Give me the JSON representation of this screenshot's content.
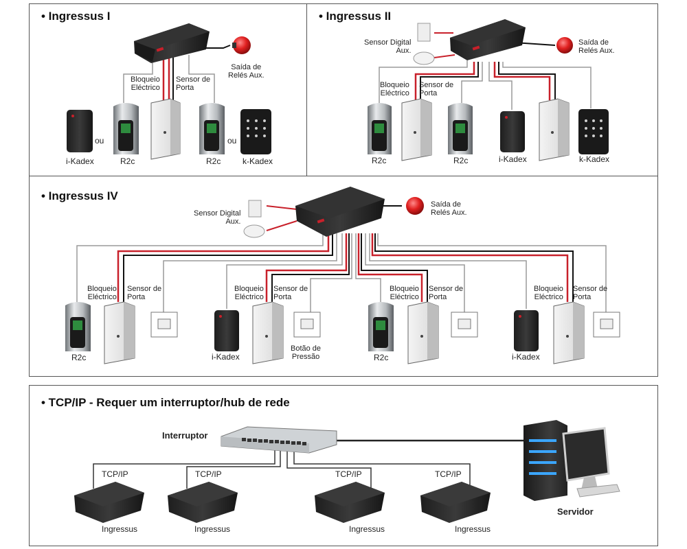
{
  "panels": {
    "ingressus1": {
      "title": "• Ingressus I",
      "labels": {
        "ou1": "ou",
        "ou2": "ou",
        "ikadex": "i-Kadex",
        "r2c_a": "R2c",
        "r2c_b": "R2c",
        "kkadex": "k-Kadex",
        "bloqueio": "Bloqueio\nEléctrico",
        "sensor": "Sensor de\nPorta",
        "saida": "Saída de\nRelés Aux."
      }
    },
    "ingressus2": {
      "title": "• Ingressus II",
      "labels": {
        "sensor_digital": "Sensor Digital\nAux.",
        "saida": "Saída de\nRelés Aux.",
        "bloqueio": "Bloqueio\nEléctrico",
        "sensor": "Sensor de\nPorta",
        "r2c_a": "R2c",
        "r2c_b": "R2c",
        "ikadex": "i-Kadex",
        "kkadex": "k-Kadex"
      }
    },
    "ingressus4": {
      "title": "• Ingressus IV",
      "labels": {
        "sensor_digital": "Sensor Digital\nAux.",
        "saida": "Saída de\nRelés Aux.",
        "bloqueio_1": "Bloqueio\nEléctrico",
        "sensor_1": "Sensor de\nPorta",
        "bloqueio_2": "Bloqueio\nEléctrico",
        "sensor_2": "Sensor de\nPorta",
        "bloqueio_3": "Bloqueio\nEléctrico",
        "sensor_3": "Sensor de\nPorta",
        "bloqueio_4": "Bloqueio\nEléctrico",
        "sensor_4": "Sensor de\nPorta",
        "r2c_a": "R2c",
        "ikadex_a": "i-Kadex",
        "botao": "Botão de\nPressão",
        "r2c_b": "R2c",
        "ikadex_b": "i-Kadex"
      }
    },
    "tcpip": {
      "title": "• TCP/IP - Requer um interruptor/hub de rede",
      "labels": {
        "interruptor": "Interruptor",
        "servidor": "Servidor",
        "tcp1": "TCP/IP",
        "tcp2": "TCP/IP",
        "tcp3": "TCP/IP",
        "tcp4": "TCP/IP",
        "ing1": "Ingressus",
        "ing2": "Ingressus",
        "ing3": "Ingressus",
        "ing4": "Ingressus"
      }
    }
  },
  "colors": {
    "wire_red": "#c8202a",
    "wire_black": "#111111",
    "wire_gray": "#9a9a9a",
    "device": "#2a2a2a",
    "alarm": "#d81e1e"
  }
}
